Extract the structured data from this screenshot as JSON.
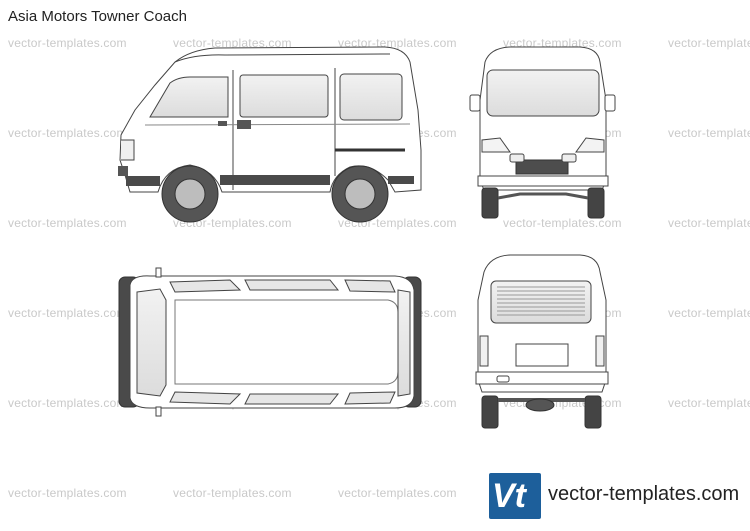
{
  "title": "Asia Motors Towner Coach",
  "watermark": "vector-templates.com",
  "logo": {
    "mark": "Vt",
    "site": "vector-templates.com",
    "color": "#1d5f9b"
  },
  "views": [
    "side-view",
    "front-view",
    "top-view",
    "rear-view"
  ]
}
